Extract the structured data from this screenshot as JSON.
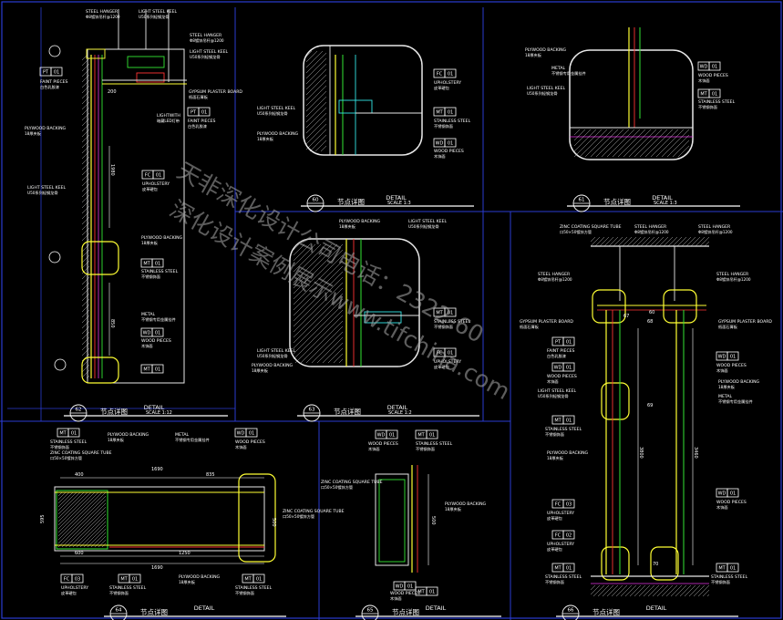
{
  "colors": {
    "background": "#000000",
    "frame": "#2a3bd0",
    "line_white": "#e8e8e8",
    "line_yellow": "#ffff33",
    "line_green": "#33e633",
    "line_cyan": "#33e6e6",
    "line_red": "#ff3333",
    "line_magenta": "#e633e6",
    "text": "#ffffff",
    "watermark": "#aaaaaa"
  },
  "watermark": {
    "line1": "天非深化设计公司电话：2322-60",
    "line2": "深化设计案例展示www.tifchina.com"
  },
  "common": {
    "title_zh": "节点详图",
    "detail_word": "DETAIL"
  },
  "details": [
    {
      "id": "62",
      "scale": "SCALE 1:12"
    },
    {
      "id": "63",
      "scale": "SCALE 1:2"
    },
    {
      "id": "60",
      "scale": "SCALE 1:3"
    },
    {
      "id": "61",
      "scale": "SCALE 1:3"
    },
    {
      "id": "64",
      "scale": ""
    },
    {
      "id": "65",
      "scale": ""
    },
    {
      "id": "66",
      "scale": ""
    }
  ],
  "labels": {
    "steel_hanger": "STEEL HANGER",
    "steel_hanger_zh": "Φ8镀锌吊杆@1200",
    "light_steel_keel": "LIGHT STEEL KEEL",
    "light_steel_keel_zh": "U50系列轻钢龙骨",
    "gypsum_board": "GYPSUM PLASTER BOARD",
    "gypsum_board_zh": "纸面石膏板",
    "plywood_backing": "PLYWOOD BACKING",
    "plywood_backing_zh": "18厚夹板",
    "metal": "METAL",
    "metal_zh": "不锈钢专用金属挂件",
    "zinc_tube": "ZINC COATING SQUARE TUBE",
    "zinc_tube_zh": "口50×50镀锌方管",
    "lightwith": "LIGHTWITH",
    "lightwith_zh": "暗藏LED灯带",
    "faint_pieces": "FAINT PIECES",
    "faint_pieces_zh": "白色乳胶漆",
    "upholstery": "UPHOLSTERY",
    "upholstery_zh": "皮革硬包",
    "stainless_steel": "STAINLESS STEEL",
    "stainless_steel_zh": "不锈钢饰面",
    "wood_pieces": "WOOD PIECES",
    "wood_pieces_zh": "木饰面"
  },
  "tags": {
    "pt": "PT",
    "fc": "FC",
    "mt": "MT",
    "wd": "WD",
    "n01": "01",
    "n02": "02",
    "n03": "03"
  },
  "dims": {
    "d200": "200",
    "d1980": "1980",
    "d850": "850",
    "d400": "400",
    "d1690": "1690",
    "d835": "835",
    "d500": "500",
    "d600": "600",
    "d1250": "1250",
    "d595": "595",
    "d3800": "3800",
    "d3460": "3460",
    "d60": "60",
    "d70": "70"
  },
  "callouts": {
    "c67": "67",
    "c68": "68",
    "c69": "69"
  }
}
